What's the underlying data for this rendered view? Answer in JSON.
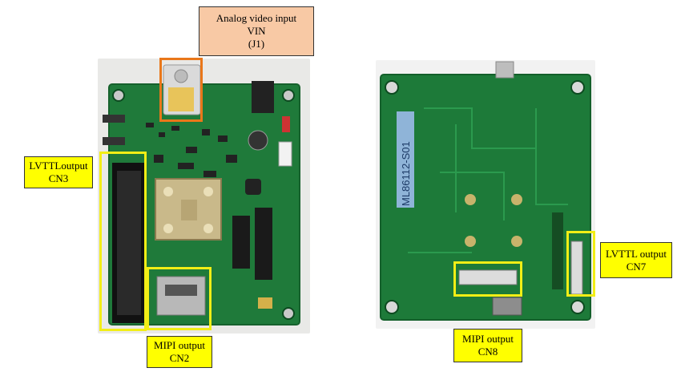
{
  "labels": {
    "analog": {
      "line1": "Analog video input",
      "line2": "VIN",
      "line3": "(J1)"
    },
    "lvttl_cn3": {
      "line1": "LVTTLoutput",
      "line2": "CN3"
    },
    "mipi_cn2": {
      "line1": "MIPI output",
      "line2": "CN2"
    },
    "lvttl_cn7": {
      "line1": "LVTTL output",
      "line2": "CN7"
    },
    "mipi_cn8": {
      "line1": "MIPI output",
      "line2": "CN8"
    }
  },
  "board_silkscreen": {
    "back_part_number": "ML86112-S01"
  },
  "colors": {
    "pcb_green": "#1f7a3a",
    "label_yellow": "#ffff00",
    "label_peach": "#f8c9a5",
    "frame_yellow": "#f2ee16",
    "frame_orange": "#e9771a"
  }
}
